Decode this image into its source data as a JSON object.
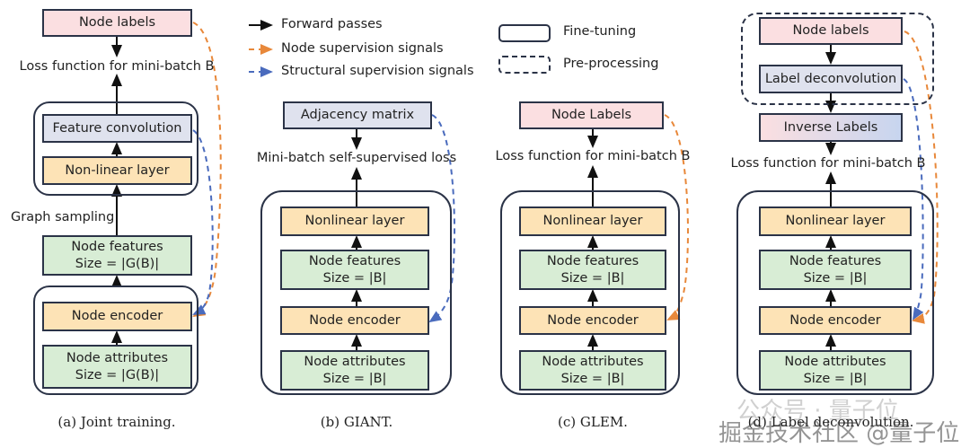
{
  "legend": {
    "forward": "Forward passes",
    "node_sup": "Node supervision signals",
    "struct_sup": "Structural supervision signals",
    "fine_tuning": "Fine-tuning",
    "pre_processing": "Pre-processing"
  },
  "colors": {
    "node_sup": "#e8883a",
    "struct_sup": "#4a6bbd",
    "label_box": "#fbdfe1",
    "conv_box": "#dfe2ee",
    "layer_box": "#fde3b6",
    "feature_box": "#d8edd5"
  },
  "a": {
    "labels": "Node labels",
    "loss": "Loss function for mini-batch B",
    "conv": "Feature convolution",
    "nonlinear": "Non-linear layer",
    "sampling": "Graph sampling",
    "features": "Node features",
    "features_size": "Size = |G(B)|",
    "encoder": "Node encoder",
    "attributes": "Node attributes",
    "attributes_size": "Size = |G(B)|",
    "caption": "(a) Joint training."
  },
  "b": {
    "adj": "Adjacency matrix",
    "loss": "Mini-batch self-supervised loss",
    "nonlinear": "Nonlinear layer",
    "features": "Node features",
    "features_size": "Size = |B|",
    "encoder": "Node encoder",
    "attributes": "Node attributes",
    "attributes_size": "Size = |B|",
    "caption": "(b) GIANT."
  },
  "c": {
    "labels": "Node Labels",
    "loss": "Loss function for mini-batch B",
    "nonlinear": "Nonlinear layer",
    "features": "Node features",
    "features_size": "Size = |B|",
    "encoder": "Node encoder",
    "attributes": "Node attributes",
    "attributes_size": "Size = |B|",
    "caption": "(c) GLEM."
  },
  "d": {
    "labels": "Node labels",
    "deconv": "Label deconvolution",
    "inverse": "Inverse Labels",
    "loss": "Loss function for mini-batch B",
    "nonlinear": "Nonlinear layer",
    "features": "Node features",
    "features_size": "Size = |B|",
    "encoder": "Node encoder",
    "attributes": "Node attributes",
    "attributes_size": "Size = |B|",
    "caption": "(d) Label deconvolution."
  },
  "watermark": {
    "line1": "公众号 · 量子位",
    "line2": "掘金技术社区 @量子位"
  }
}
